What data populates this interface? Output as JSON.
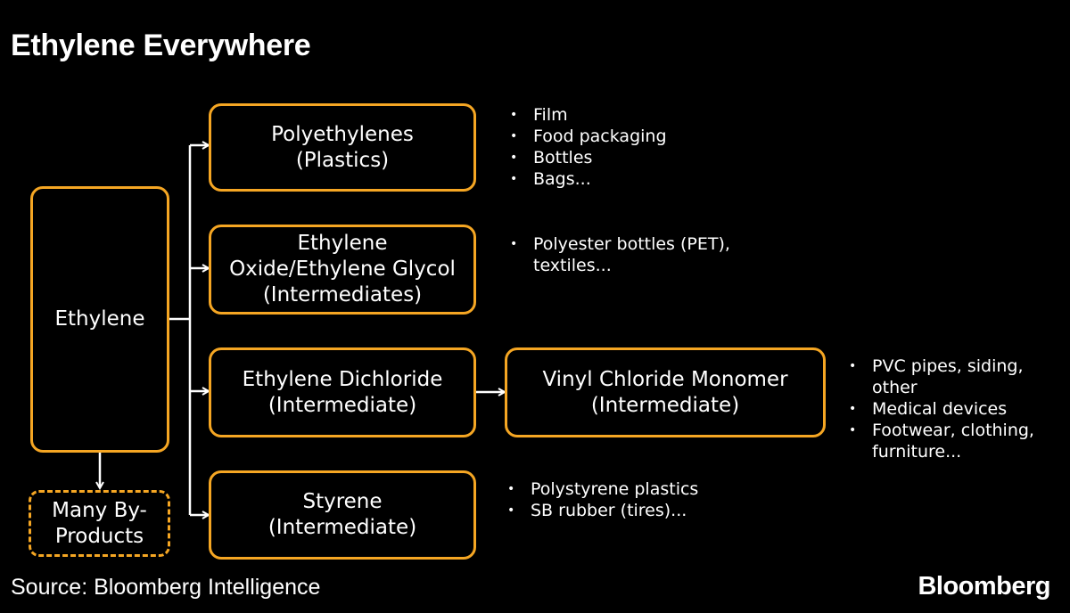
{
  "title": "Ethylene Everywhere",
  "colors": {
    "background": "#000000",
    "box_border": "#f5a623",
    "text": "#ffffff",
    "connector": "#ffffff"
  },
  "nodes": {
    "ethylene": {
      "lines": [
        "Ethylene"
      ]
    },
    "byproducts": {
      "lines": [
        "Many By-",
        "Products"
      ]
    },
    "polyethylenes": {
      "lines": [
        "Polyethylenes",
        "(Plastics)"
      ]
    },
    "oxide_glycol": {
      "lines": [
        "Ethylene",
        "Oxide/Ethylene Glycol",
        "(Intermediates)"
      ]
    },
    "dichloride": {
      "lines": [
        "Ethylene Dichloride",
        "(Intermediate)"
      ]
    },
    "vinyl": {
      "lines": [
        "Vinyl Chloride Monomer",
        "(Intermediate)"
      ]
    },
    "styrene": {
      "lines": [
        "Styrene",
        "(Intermediate)"
      ]
    }
  },
  "uses": {
    "polyethylenes": [
      "Film",
      "Food packaging",
      "Bottles",
      "Bags..."
    ],
    "oxide_glycol": [
      "Polyester bottles (PET),\ntextiles..."
    ],
    "vinyl": [
      "PVC pipes, siding,\nother",
      "Medical devices",
      "Footwear, clothing,\nfurniture..."
    ],
    "styrene": [
      "Polystyrene plastics",
      "SB rubber (tires)..."
    ]
  },
  "source": "Source: Bloomberg Intelligence",
  "brand": "Bloomberg"
}
